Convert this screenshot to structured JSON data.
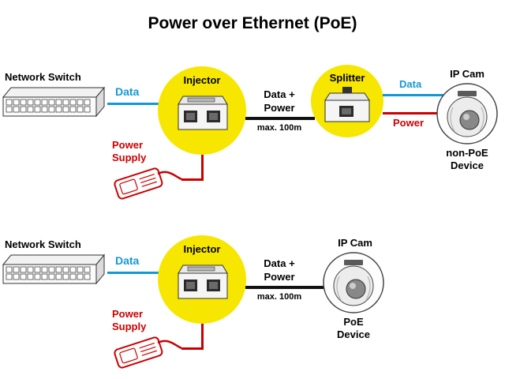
{
  "title": "Power over Ethernet (PoE)",
  "colors": {
    "data_blue": "#1498d5",
    "power_red": "#cc0000",
    "badge_yellow": "#f6e600",
    "line_black": "#111111"
  },
  "rows": [
    {
      "switch_label": "Network Switch",
      "data_label": "Data",
      "injector_label": "Injector",
      "link_label_1": "Data +",
      "link_label_2": "Power",
      "link_label_3": "max. 100m",
      "splitter_label": "Splitter",
      "splitter_data_label": "Data",
      "splitter_power_label": "Power",
      "cam_label": "IP Cam",
      "cam_type_label": "non-PoE\nDevice",
      "psu_label": "Power\nSupply"
    },
    {
      "switch_label": "Network Switch",
      "data_label": "Data",
      "injector_label": "Injector",
      "link_label_1": "Data +",
      "link_label_2": "Power",
      "link_label_3": "max. 100m",
      "cam_label": "IP Cam",
      "cam_type_label": "PoE\nDevice",
      "psu_label": "Power\nSupply"
    }
  ]
}
